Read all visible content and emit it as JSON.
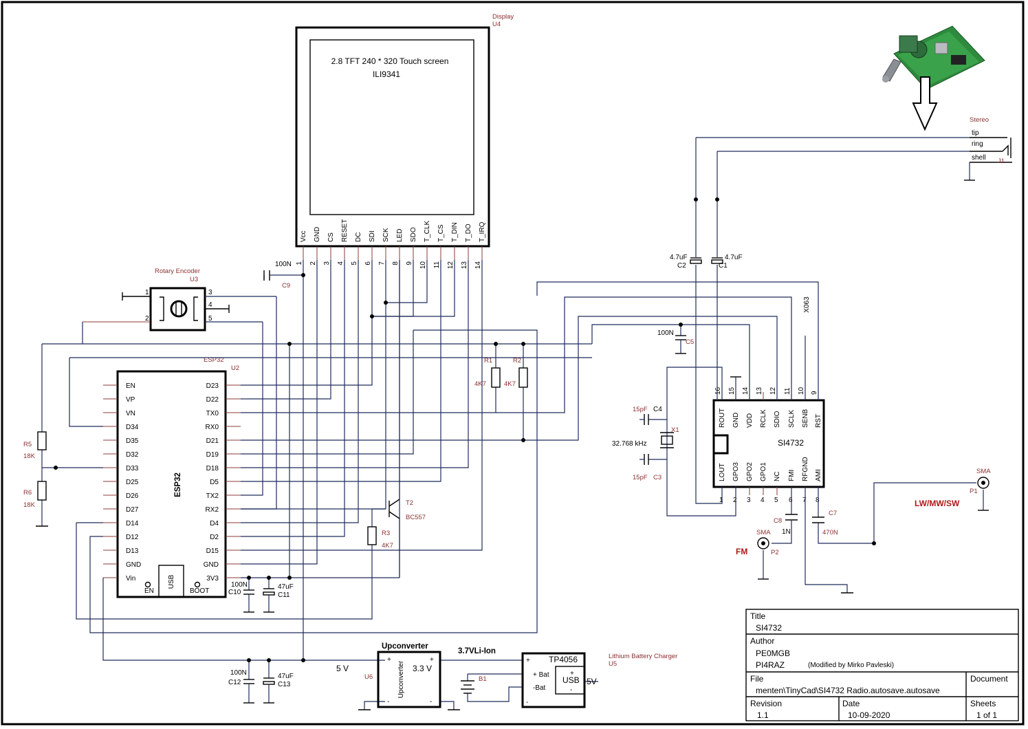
{
  "display": {
    "ref": "U4",
    "title": "Display",
    "line1": "2.8 TFT 240 * 320 Touch screen",
    "line2": "ILI9341",
    "pins": [
      "Vcc",
      "GND",
      "CS",
      "RESET",
      "DC",
      "SDI",
      "SCK",
      "LED",
      "SDO",
      "T_CLK",
      "T_CS",
      "T_DIN",
      "T_DO",
      "T_IRQ"
    ],
    "pin_numbers": [
      "1",
      "2",
      "3",
      "4",
      "5",
      "6",
      "7",
      "8",
      "9",
      "10",
      "11",
      "12",
      "13",
      "14"
    ]
  },
  "esp32": {
    "ref": "U2",
    "title": "ESP32",
    "name": "ESP32",
    "left_pins": [
      "EN",
      "VP",
      "VN",
      "D34",
      "D35",
      "D32",
      "D33",
      "D25",
      "D26",
      "D27",
      "D14",
      "D12",
      "D13",
      "GND",
      "Vin"
    ],
    "right_pins": [
      "D23",
      "D22",
      "TX0",
      "RX0",
      "D21",
      "D19",
      "D18",
      "D5",
      "TX2",
      "RX2",
      "D4",
      "D2",
      "D15",
      "GND",
      "3V3"
    ],
    "usb": "USB",
    "en": "EN",
    "boot": "BOOT"
  },
  "encoder": {
    "title": "Rotary Encoder",
    "ref": "U3",
    "pins": [
      "1",
      "2",
      "3",
      "4",
      "5"
    ]
  },
  "si4732": {
    "name": "SI4732",
    "code": "X063",
    "top_pins": [
      "ROUT",
      "GND",
      "VDD",
      "RCLK",
      "SDIO",
      "SCLK",
      "SENB",
      "RST"
    ],
    "top_nums": [
      "16",
      "15",
      "14",
      "13",
      "12",
      "11",
      "10",
      "9"
    ],
    "bottom_pins": [
      "LOUT",
      "GPO3",
      "GPO2",
      "GPO1",
      "NC",
      "FMI",
      "RFGND",
      "AMI"
    ],
    "bottom_nums": [
      "1",
      "2",
      "3",
      "4",
      "5",
      "6",
      "7",
      "8"
    ]
  },
  "components": {
    "C9": {
      "ref": "C9",
      "value": "100N"
    },
    "C1": {
      "ref": "C1",
      "value": "4.7uF"
    },
    "C2": {
      "ref": "C2",
      "value": "4.7uF"
    },
    "C5": {
      "ref": "C5",
      "value": "100N"
    },
    "C4": {
      "ref": "C4",
      "value": "15pF"
    },
    "C3": {
      "ref": "C3",
      "value": "15pF"
    },
    "X1": {
      "ref": "X1",
      "value": "32.768 kHz"
    },
    "R1": {
      "ref": "R1",
      "value": "4K7"
    },
    "R2": {
      "ref": "R2",
      "value": "4K7"
    },
    "R3": {
      "ref": "R3",
      "value": "4K7"
    },
    "R5": {
      "ref": "R5",
      "value": "18K"
    },
    "R6": {
      "ref": "R6",
      "value": "18K"
    },
    "T2": {
      "ref": "T2",
      "value": "BC557"
    },
    "C8": {
      "ref": "C8",
      "value": "1N"
    },
    "C7": {
      "ref": "C7",
      "value": "470N"
    },
    "C10": {
      "ref": "C10",
      "value": "100N"
    },
    "C11": {
      "ref": "C11",
      "value": "47uF"
    },
    "C12": {
      "ref": "C12",
      "value": "100N"
    },
    "C13": {
      "ref": "C13",
      "value": "47uF"
    },
    "B1": {
      "ref": "B1"
    }
  },
  "jack": {
    "title": "Stereo",
    "ref": "J1",
    "tip": "tip",
    "ring": "ring",
    "shell": "shell"
  },
  "antennas": {
    "p1_label": "SMA",
    "p1_ref": "P1",
    "p1_band": "LW/MW/SW",
    "p2_label": "SMA",
    "p2_ref": "P2",
    "p2_band": "FM"
  },
  "power": {
    "v5": "5 V",
    "upconv_title": "Upconverter",
    "upconv_body": "Upconverter",
    "upconv_ref": "U6",
    "upconv_v": "3.3 V",
    "battery": "3.7VLi-Ion",
    "tp_title": "TP4056",
    "tp_ref": "U5",
    "charger_label": "Lithium Battery Charger",
    "bat_plus": "+ Bat",
    "bat_minus": "-Bat",
    "tp_usb": "USB",
    "tp_v": "5V",
    "plus": "+",
    "minus": "-"
  },
  "title_block": {
    "title_label": "Title",
    "title": "SI4732",
    "author_label": "Author",
    "author1": "PE0MGB",
    "author2": "PI4RAZ",
    "author_note": "(Modified by Mirko Pavleski)",
    "file_label": "File",
    "file": "menten\\TinyCad\\SI4732 Radio.autosave.autosave",
    "document_label": "Document",
    "revision_label": "Revision",
    "revision": "1.1",
    "date_label": "Date",
    "date": "10-09-2020",
    "sheets_label": "Sheets",
    "sheets": "1 of 1"
  }
}
